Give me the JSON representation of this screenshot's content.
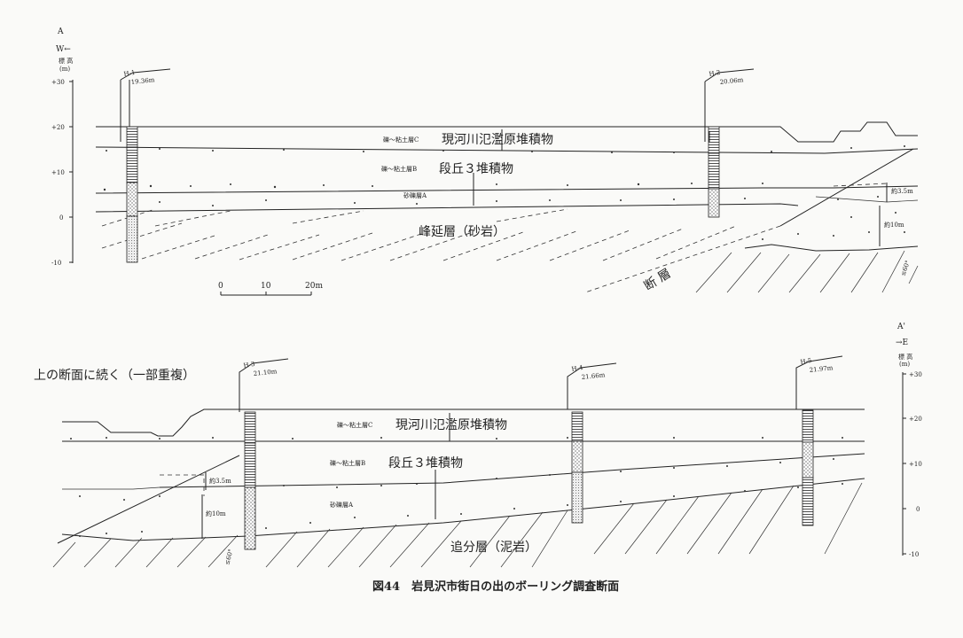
{
  "top_section": {
    "point_label": "A",
    "direction": "W←",
    "elevation_label": "標 高",
    "unit": "(m)",
    "ticks": [
      "+30",
      "+20",
      "+10",
      "0",
      "-10"
    ],
    "boreholes": [
      {
        "id": "H-1",
        "elevation": "19.36m"
      },
      {
        "id": "H-2",
        "elevation": "20.06m"
      }
    ],
    "layers": {
      "c_prefix": "礫～粘土層C",
      "c_name": "現河川氾濫原堆積物",
      "b_prefix": "礫～粘土層B",
      "b_name": "段丘３堆積物",
      "a_name": "砂礫層A",
      "bedrock": "峰延層（砂岩）"
    },
    "thickness_35": "約3.5m",
    "thickness_10": "約10m",
    "fault": "断 層",
    "angle": "≤60°",
    "scale": [
      "0",
      "10",
      "20m"
    ]
  },
  "bottom_section": {
    "continued": "上の断面に続く（一部重複）",
    "point_label": "A'",
    "direction": "→E",
    "elevation_label": "標 高",
    "unit": "(m)",
    "ticks": [
      "+30",
      "+20",
      "+10",
      "0",
      "-10"
    ],
    "boreholes": [
      {
        "id": "H-3",
        "elevation": "21.10m"
      },
      {
        "id": "H-4",
        "elevation": "21.66m"
      },
      {
        "id": "H-5",
        "elevation": "21.97m"
      }
    ],
    "layers": {
      "c_prefix": "礫～粘土層C",
      "c_name": "現河川氾濫原堆積物",
      "b_prefix": "礫～粘土層B",
      "b_name": "段丘３堆積物",
      "a_name": "砂礫層A",
      "bedrock": "追分層（泥岩）"
    },
    "thickness_35": "約3.5m",
    "thickness_10": "約10m",
    "angle": "≤60°"
  },
  "caption": "図44　岩見沢市街日の出のボーリング調査断面"
}
